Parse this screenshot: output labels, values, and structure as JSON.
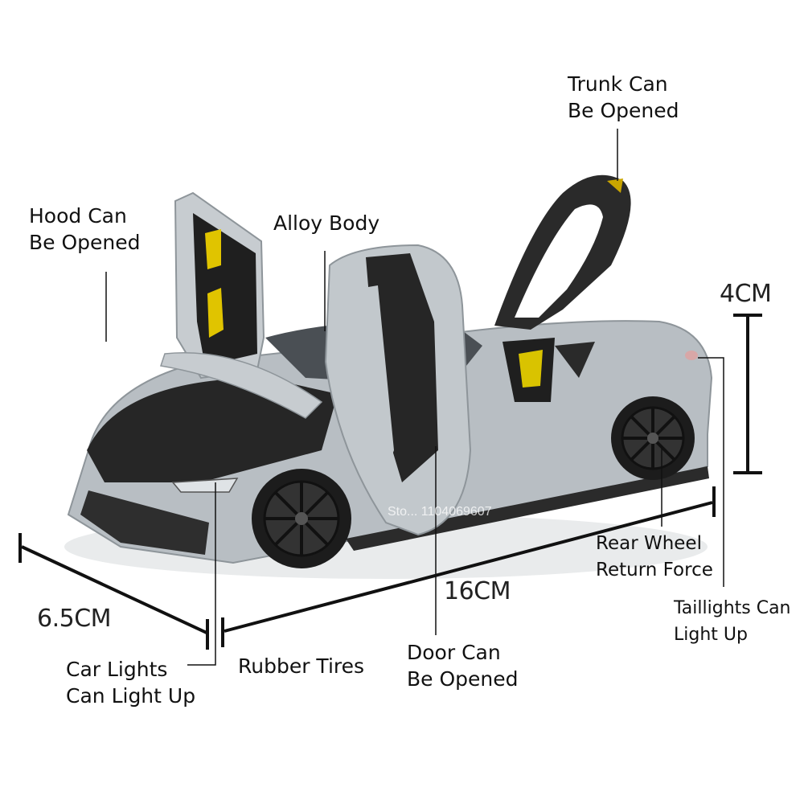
{
  "image": {
    "subject": "grey die-cast sports car model with opened hood, doors and trunk",
    "colors": {
      "body": "#b8bec3",
      "trim": "#1e1e1e",
      "accent": "#e0c400",
      "background": "#ffffff",
      "text": "#111111"
    }
  },
  "labels": {
    "trunk": "Trunk Can\nBe Opened",
    "hood": "Hood Can\nBe Opened",
    "alloy": "Alloy Body",
    "lights": "Car Lights\nCan Light Up",
    "tires": "Rubber Tires",
    "door": "Door Can\nBe Opened",
    "rear_wheel": "Rear Wheel\nReturn Force",
    "taillights": "Taillights Can\nLight Up"
  },
  "dimensions": {
    "height": "4CM",
    "length": "16CM",
    "width": "6.5CM"
  },
  "watermark": "Sto... 1104069607"
}
